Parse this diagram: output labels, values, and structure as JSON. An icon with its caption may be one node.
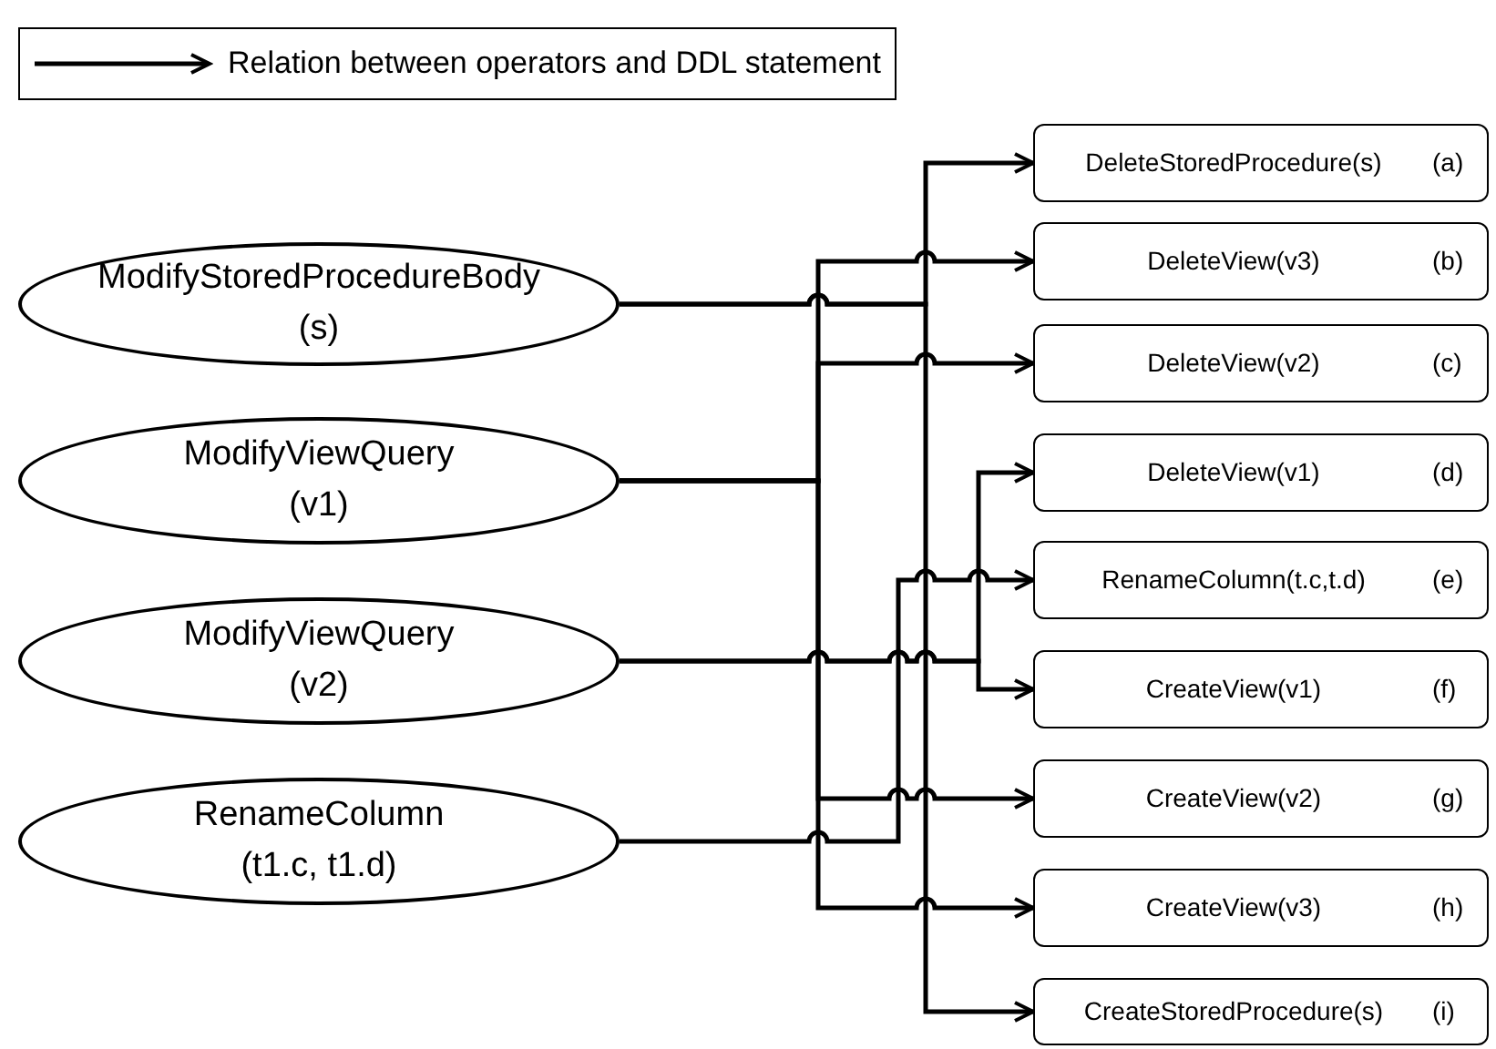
{
  "diagram": {
    "nodes": [
      {
        "text": [
          "ModifyStoredProcedureBody",
          "(s)"
        ]
      },
      {
        "text": [
          "ModifyViewQuery",
          "(v1)"
        ]
      },
      {
        "text": [
          "ModifyViewQuery",
          "(v2)"
        ]
      },
      {
        "text": [
          "RenameColumn",
          "(t1.c, t1.d)"
        ]
      },
      {
        "text": [
          "DeleteStoredProcedure(s)",
          "(a)"
        ]
      },
      {
        "text": [
          "DeleteView(v3)",
          "(b)"
        ]
      },
      {
        "text": [
          "DeleteView(v2)",
          "(c)"
        ]
      },
      {
        "text": [
          "DeleteView(v1)",
          "(d)"
        ]
      },
      {
        "text": [
          "RenameColumn(t.c,t.d)",
          "(e)"
        ]
      },
      {
        "text": [
          "CreateView(v1)",
          "(f)"
        ]
      },
      {
        "text": [
          "CreateView(v2)",
          "(g)"
        ]
      },
      {
        "text": [
          "CreateView(v3)",
          "(h)"
        ]
      },
      {
        "text": [
          "CreateStoredProcedure(s)",
          "(i)"
        ]
      }
    ],
    "edges": [
      {
        "from": 0,
        "to": 4,
        "arrow": "to"
      },
      {
        "from": 0,
        "to": 12,
        "arrow": "to"
      },
      {
        "from": 1,
        "to": 5,
        "arrow": "to"
      },
      {
        "from": 1,
        "to": 6,
        "arrow": "to"
      },
      {
        "from": 1,
        "to": 10,
        "arrow": "to"
      },
      {
        "from": 1,
        "to": 11,
        "arrow": "to"
      },
      {
        "from": 2,
        "to": 7,
        "arrow": "to"
      },
      {
        "from": 2,
        "to": 9,
        "arrow": "to"
      },
      {
        "from": 3,
        "to": 8,
        "arrow": "to"
      }
    ],
    "legend": [
      {
        "text": "Relation between operators and DDL statement"
      }
    ]
  }
}
